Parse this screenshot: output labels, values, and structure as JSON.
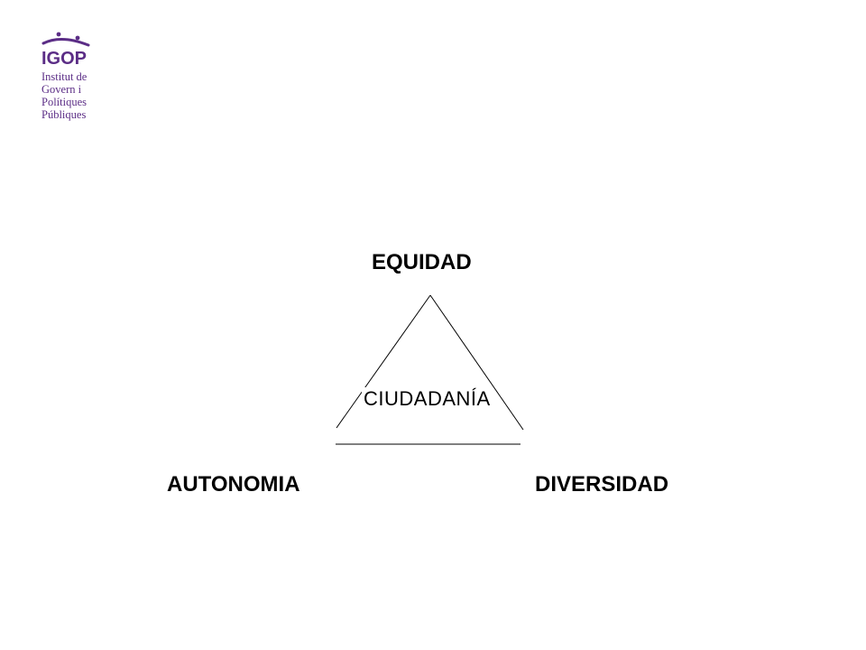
{
  "logo": {
    "acronym": "IGOP",
    "line1": "Institut de",
    "line2": "Govern i",
    "line3": "Polítiques",
    "line4": "Públiques",
    "color": "#5b2d86"
  },
  "diagram": {
    "top_label": "EQUIDAD",
    "left_label": "AUTONOMIA",
    "right_label": "DIVERSIDAD",
    "center_label": "CIUDADANÍA",
    "line_color": "#000000"
  }
}
